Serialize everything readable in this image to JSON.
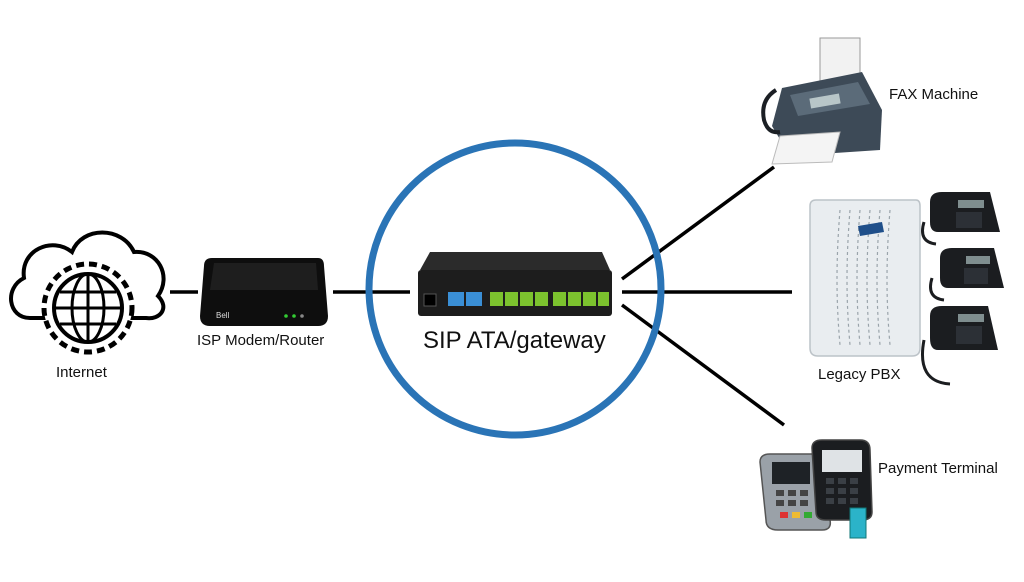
{
  "labels": {
    "internet": "Internet",
    "modem": "ISP Modem/Router",
    "gateway": "SIP ATA/gateway",
    "fax": "FAX Machine",
    "pbx": "Legacy PBX",
    "payment": "Payment Terminal"
  },
  "colors": {
    "ring": "#2a74b6",
    "line": "#000000",
    "port_blue": "#3a8fd6",
    "port_green": "#7cc22e"
  },
  "icons": [
    "cloud-globe-icon",
    "modem-router-icon",
    "gateway-device-icon",
    "fax-machine-icon",
    "pbx-cabinet-icon",
    "desk-phone-icon",
    "payment-terminal-icon"
  ]
}
